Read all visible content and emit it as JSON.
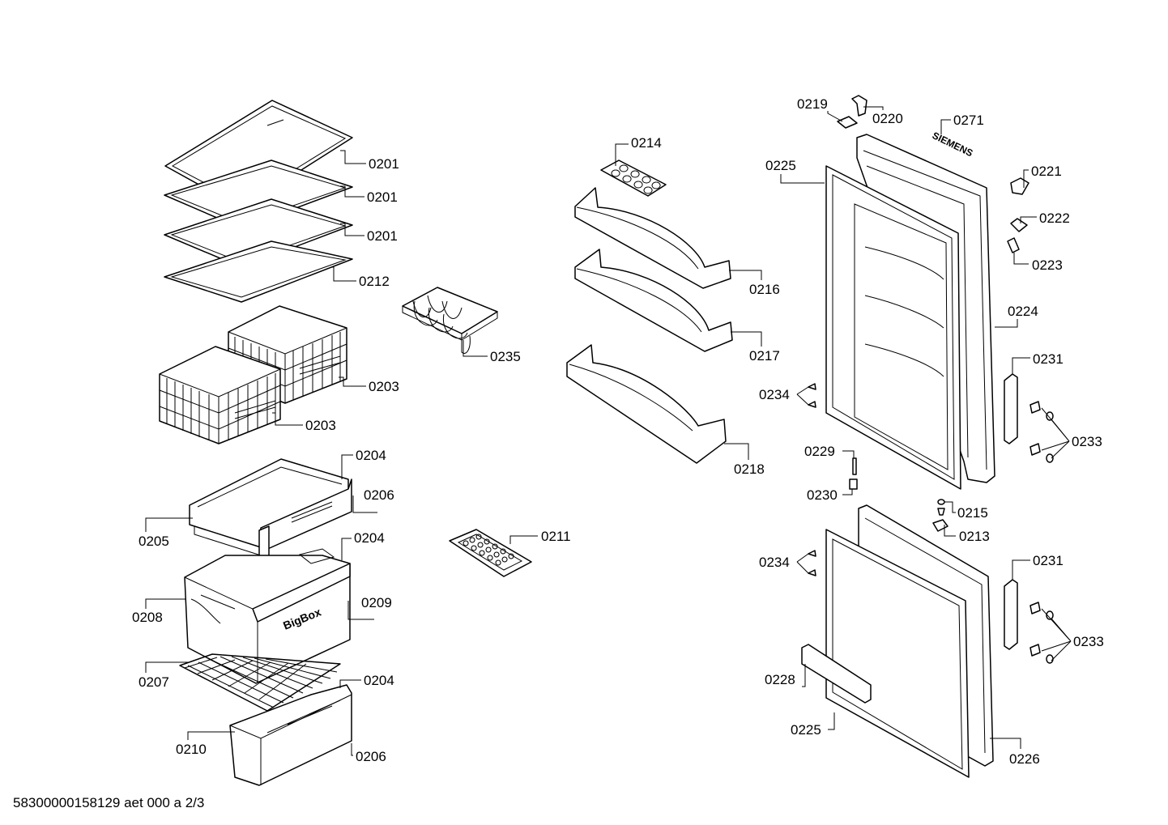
{
  "drawing_id": "58300000158129 aet 000 a 2/3",
  "brand_mark": "SIEMENS",
  "box_mark": "BigBox",
  "callouts": {
    "c0201a": "0201",
    "c0201b": "0201",
    "c0201c": "0201",
    "c0212": "0212",
    "c0203a": "0203",
    "c0203b": "0203",
    "c0235": "0235",
    "c0204a": "0204",
    "c0206a": "0206",
    "c0205": "0205",
    "c0204b": "0204",
    "c0208": "0208",
    "c0209": "0209",
    "c0207": "0207",
    "c0204c": "0204",
    "c0210": "0210",
    "c0206b": "0206",
    "c0211": "0211",
    "c0214": "0214",
    "c0216": "0216",
    "c0217": "0217",
    "c0218": "0218",
    "c0219": "0219",
    "c0220": "0220",
    "c0271": "0271",
    "c0225a": "0225",
    "c0221": "0221",
    "c0222": "0222",
    "c0223": "0223",
    "c0224": "0224",
    "c0231a": "0231",
    "c0234a": "0234",
    "c0233a": "0233",
    "c0229": "0229",
    "c0230": "0230",
    "c0215": "0215",
    "c0213": "0213",
    "c0234b": "0234",
    "c0231b": "0231",
    "c0233b": "0233",
    "c0228": "0228",
    "c0225b": "0225",
    "c0226": "0226"
  }
}
